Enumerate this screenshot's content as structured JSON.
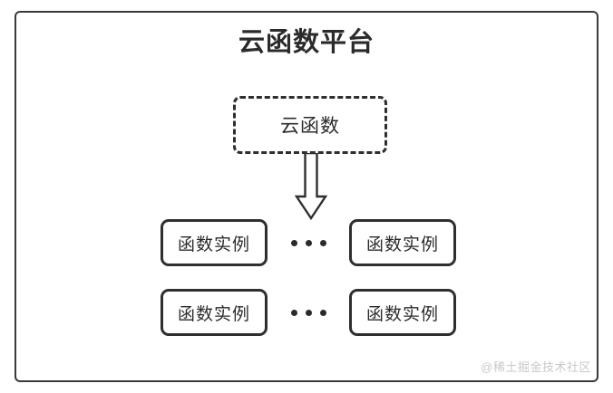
{
  "diagram": {
    "platform": {
      "title": "云函数平台"
    },
    "cloud_function": {
      "label": "云函数",
      "border_style": "dashed"
    },
    "arrow": {
      "icon": "down-block-arrow-icon",
      "direction": "down"
    },
    "instance_rows": [
      {
        "left_instance": "函数实例",
        "ellipsis": "•••",
        "right_instance": "函数实例"
      },
      {
        "left_instance": "函数实例",
        "ellipsis": "•••",
        "right_instance": "函数实例"
      }
    ],
    "watermark": "@稀土掘金技术社区",
    "colors": {
      "stroke": "#2f2f2f",
      "frame": "#3a3a3a",
      "text": "#2b2b2b",
      "background": "#ffffff",
      "watermark": "#c9c9c9"
    }
  }
}
